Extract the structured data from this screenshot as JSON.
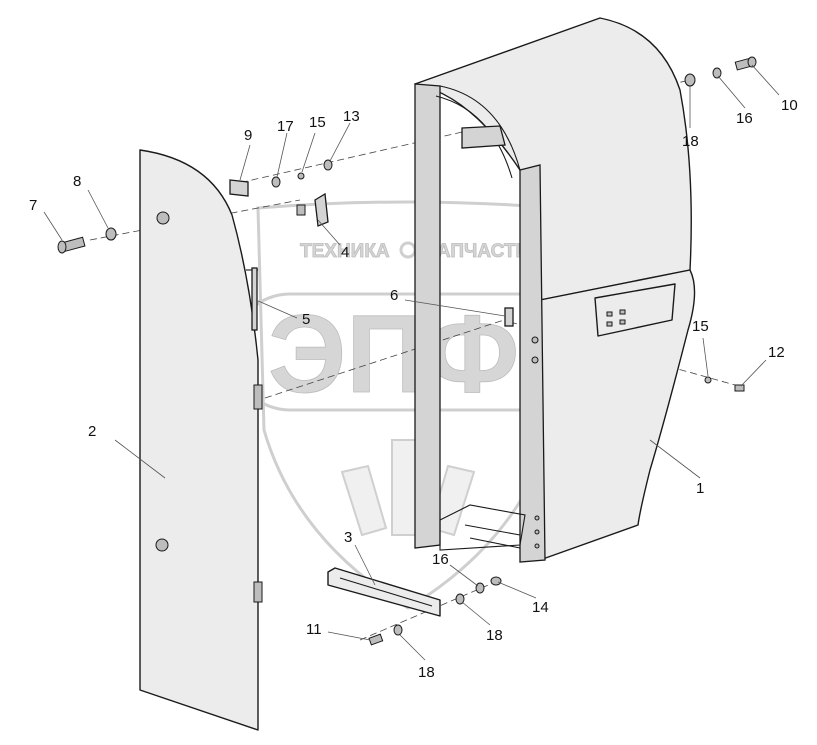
{
  "watermark": {
    "text_left": "ТЕХНИКА",
    "text_right": "ЗАПЧАСТИ",
    "letters": "ЭПФ",
    "color": "#cfcfcf"
  },
  "callouts": [
    {
      "id": "c1",
      "label": "1"
    },
    {
      "id": "c2",
      "label": "2"
    },
    {
      "id": "c3",
      "label": "3"
    },
    {
      "id": "c4",
      "label": "4"
    },
    {
      "id": "c5",
      "label": "5"
    },
    {
      "id": "c6",
      "label": "6"
    },
    {
      "id": "c7",
      "label": "7"
    },
    {
      "id": "c8",
      "label": "8"
    },
    {
      "id": "c9",
      "label": "9"
    },
    {
      "id": "c10",
      "label": "10"
    },
    {
      "id": "c11",
      "label": "11"
    },
    {
      "id": "c12",
      "label": "12"
    },
    {
      "id": "c13",
      "label": "13"
    },
    {
      "id": "c14",
      "label": "14"
    },
    {
      "id": "c15a",
      "label": "15"
    },
    {
      "id": "c15b",
      "label": "15"
    },
    {
      "id": "c16a",
      "label": "16"
    },
    {
      "id": "c16b",
      "label": "16"
    },
    {
      "id": "c17",
      "label": "17"
    },
    {
      "id": "c18a",
      "label": "18"
    },
    {
      "id": "c18b",
      "label": "18"
    },
    {
      "id": "c18c",
      "label": "18"
    }
  ]
}
